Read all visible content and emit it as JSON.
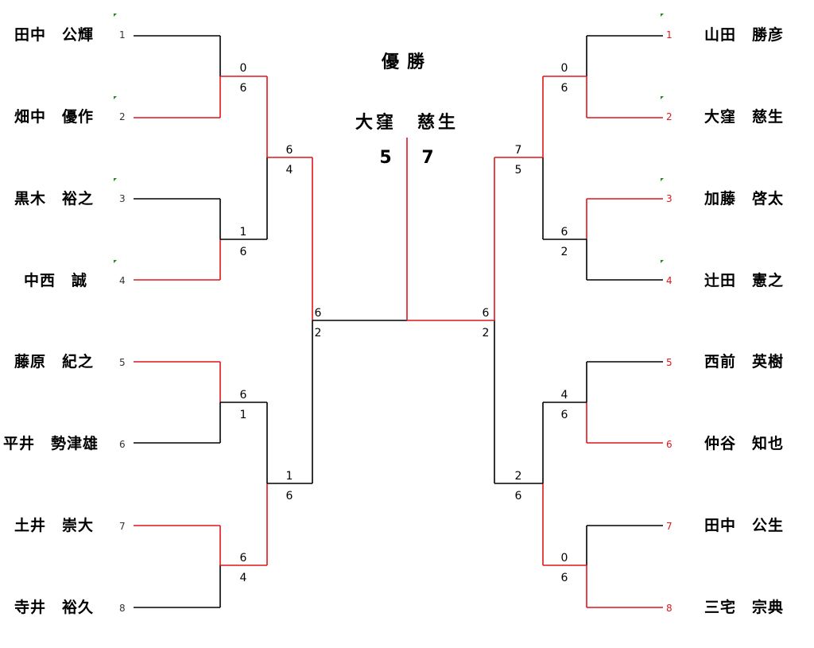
{
  "title": "優勝",
  "champion": "大窪　慈生",
  "final": {
    "left_score": "5",
    "right_score": "7"
  },
  "colors": {
    "win": "#e0151b",
    "lose": "#000000",
    "tick": "#1a8a1a"
  },
  "left_players": [
    {
      "name": "田中　公輝",
      "seed": "1"
    },
    {
      "name": "畑中　優作",
      "seed": "2"
    },
    {
      "name": "黒木　裕之",
      "seed": "3"
    },
    {
      "name": "中西　誠",
      "seed": "4"
    },
    {
      "name": "藤原　紀之",
      "seed": "5"
    },
    {
      "name": "平井　勢津雄",
      "seed": "6"
    },
    {
      "name": "土井　崇大",
      "seed": "7"
    },
    {
      "name": "寺井　裕久",
      "seed": "8"
    }
  ],
  "right_players": [
    {
      "name": "山田　勝彦",
      "seed": "1"
    },
    {
      "name": "大窪　慈生",
      "seed": "2"
    },
    {
      "name": "加藤　啓太",
      "seed": "3"
    },
    {
      "name": "辻田　憲之",
      "seed": "4"
    },
    {
      "name": "西前　英樹",
      "seed": "5"
    },
    {
      "name": "仲谷　知也",
      "seed": "6"
    },
    {
      "name": "田中　公生",
      "seed": "7"
    },
    {
      "name": "三宅　宗典",
      "seed": "8"
    }
  ],
  "left_scores": {
    "r1": [
      [
        "0",
        "6"
      ],
      [
        "1",
        "6"
      ],
      [
        "6",
        "1"
      ],
      [
        "6",
        "4"
      ]
    ],
    "r2": [
      [
        "6",
        "4"
      ],
      [
        "1",
        "6"
      ]
    ],
    "sf": [
      "6",
      "2"
    ]
  },
  "right_scores": {
    "r1": [
      [
        "0",
        "6"
      ],
      [
        "6",
        "2"
      ],
      [
        "4",
        "6"
      ],
      [
        "0",
        "6"
      ]
    ],
    "r2": [
      [
        "7",
        "5"
      ],
      [
        "2",
        "6"
      ]
    ],
    "sf": [
      "6",
      "2"
    ]
  }
}
